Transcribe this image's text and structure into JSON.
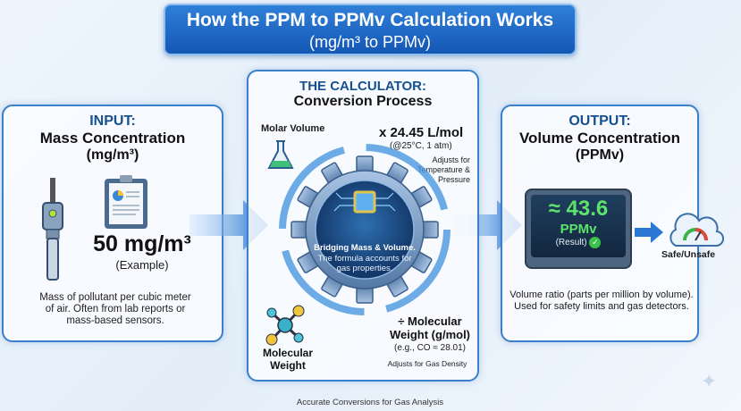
{
  "title": {
    "line1": "How the PPM to PPMv Calculation Works",
    "line2": "(mg/m³ to PPMv)"
  },
  "input": {
    "heading": "INPUT:",
    "title": "Mass Concentration",
    "unit": "(mg/m³)",
    "value": "50 mg/m³",
    "value_note": "(Example)",
    "description": "Mass of pollutant per cubic meter of air. Often from lab reports or mass-based sensors."
  },
  "calculator": {
    "heading": "THE CALCULATOR:",
    "title": "Conversion Process",
    "molar_label": "Molar Volume",
    "molar_value": "x 24.45 L/mol",
    "molar_conditions": "(@25°C, 1 atm)",
    "molar_note": "Adjusts for Temperature & Pressure",
    "gear_title": "Bridging Mass & Volume.",
    "gear_text": "The formula accounts for gas properties.",
    "mw_label": "Molecular Weight",
    "mw_value": "÷ Molecular Weight (g/mol)",
    "mw_example": "(e.g., CO ≈ 28.01)",
    "mw_note": "Adjusts for Gas Density"
  },
  "output": {
    "heading": "OUTPUT:",
    "title": "Volume Concentration",
    "unit": "(PPMv)",
    "value": "≈ 43.6",
    "value_unit": "PPMv",
    "value_note": "(Result)",
    "safety_label": "Safe/Unsafe",
    "description": "Volume ratio (parts per million by volume). Used for safety limits and gas detectors."
  },
  "footer": "Accurate Conversions for Gas Analysis",
  "colors": {
    "accent": "#1b5fb8",
    "result_green": "#5ee36a"
  }
}
